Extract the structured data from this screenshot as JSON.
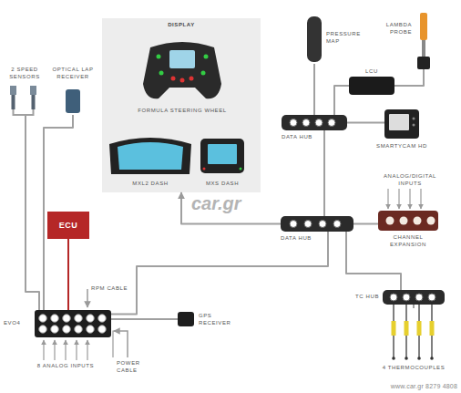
{
  "diagram": {
    "nodes": [
      {
        "text": [
          "DISPLAY"
        ]
      },
      {
        "text": [
          "FORMULA STEERING WHEEL"
        ],
        "in": 0
      },
      {
        "text": [
          "MXL2 DASH"
        ],
        "in": 0
      },
      {
        "text": [
          "MXS DASH"
        ],
        "in": 0
      },
      {
        "text": [
          "2 SPEED SENSORS"
        ]
      },
      {
        "text": [
          "OPTICAL LAP RECEIVER"
        ]
      },
      {
        "text": [
          "PRESSURE MAP"
        ]
      },
      {
        "text": [
          "LAMBDA PROBE"
        ]
      },
      {
        "text": [
          "LCU"
        ]
      },
      {
        "text": [
          "SMARTYCAM HD"
        ]
      },
      {
        "text": [
          "DATA HUB"
        ]
      },
      {
        "text": [
          "ECU"
        ]
      },
      {
        "text": [
          "DATA HUB"
        ]
      },
      {
        "text": [
          "CHANNEL EXPANSION"
        ]
      },
      {
        "text": [
          "EVO4"
        ]
      },
      {
        "text": [
          "GPS RECEIVER"
        ]
      },
      {
        "text": [
          "TC HUB"
        ]
      },
      {
        "text": [
          "4 THERMOCOUPLES"
        ]
      }
    ],
    "edges": [
      {
        "from": 4,
        "to": 14,
        "arrow": "none"
      },
      {
        "from": 5,
        "to": 14,
        "arrow": "none"
      },
      {
        "from": 11,
        "to": 14,
        "arrow": "none"
      },
      {
        "from": 15,
        "to": 14,
        "arrow": "none"
      },
      {
        "from": 14,
        "to": 12,
        "arrow": "none"
      },
      {
        "from": 12,
        "to": 0,
        "arrow": "to"
      },
      {
        "from": 12,
        "to": 10,
        "arrow": "none"
      },
      {
        "from": 10,
        "to": 6,
        "arrow": "none"
      },
      {
        "from": 10,
        "to": 8,
        "arrow": "none"
      },
      {
        "from": 8,
        "to": 7,
        "arrow": "none"
      },
      {
        "from": 10,
        "to": 9,
        "arrow": "none"
      },
      {
        "from": 12,
        "to": 13,
        "arrow": "none"
      },
      {
        "from": 12,
        "to": 16,
        "arrow": "none"
      },
      {
        "from": 16,
        "to": 17,
        "arrow": "none"
      }
    ],
    "labels": [
      "ANALOG/DIGITAL INPUTS",
      "RPM CABLE",
      "8 ANALOG INPUTS",
      "POWER CABLE",
      "car.gr",
      "www.car.gr 8279 4808"
    ]
  }
}
